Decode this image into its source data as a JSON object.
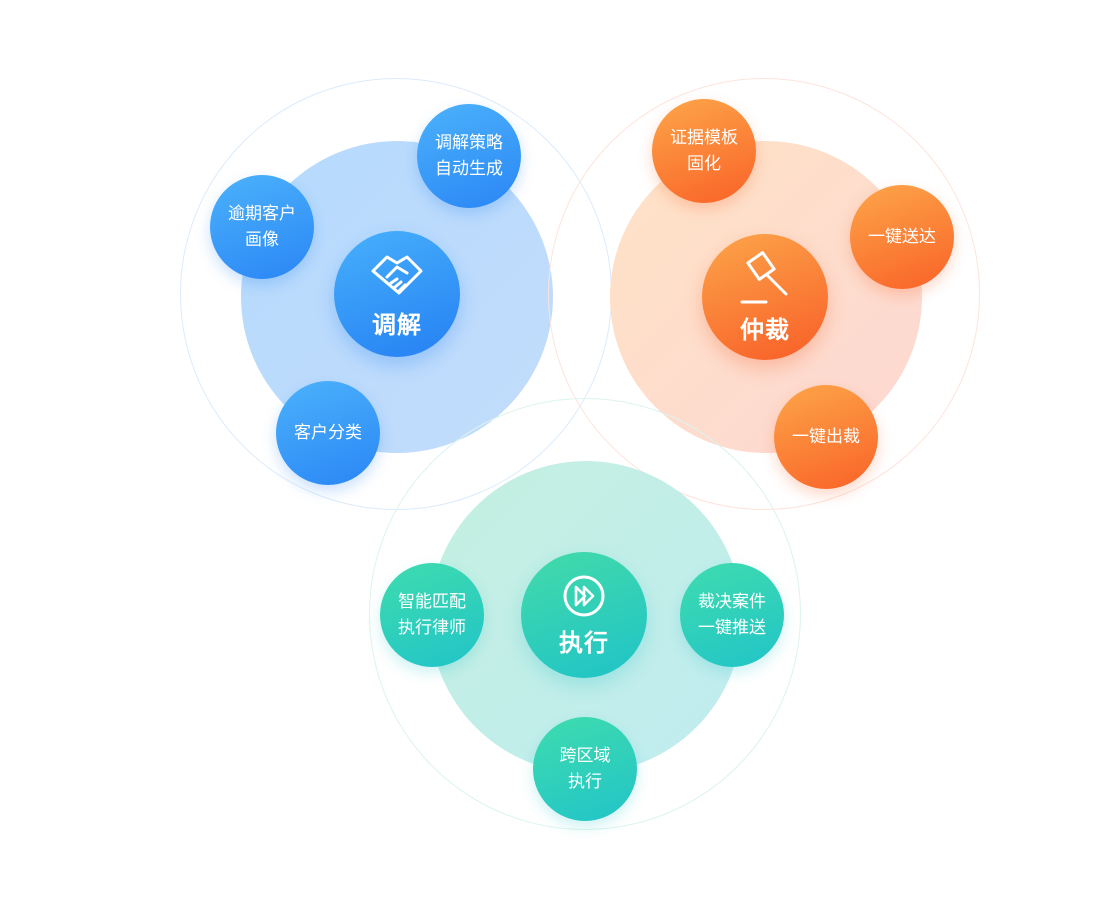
{
  "diagram": {
    "mediation": {
      "title": "调解",
      "icon": "handshake-icon",
      "color": "#2a86f5",
      "features": [
        [
          "调解策略",
          "自动生成"
        ],
        [
          "逾期客户",
          "画像"
        ],
        [
          "客户分类"
        ]
      ]
    },
    "arbitration": {
      "title": "仲裁",
      "icon": "gavel-icon",
      "color": "#fa6227",
      "features": [
        [
          "证据模板",
          "固化"
        ],
        [
          "一键送达"
        ],
        [
          "一键出裁"
        ]
      ]
    },
    "enforcement": {
      "title": "执行",
      "icon": "fast-forward-icon",
      "color": "#21c4c8",
      "features": [
        [
          "智能匹配",
          "执行律师"
        ],
        [
          "裁决案件",
          "一键推送"
        ],
        [
          "跨区域",
          "执行"
        ]
      ]
    }
  }
}
